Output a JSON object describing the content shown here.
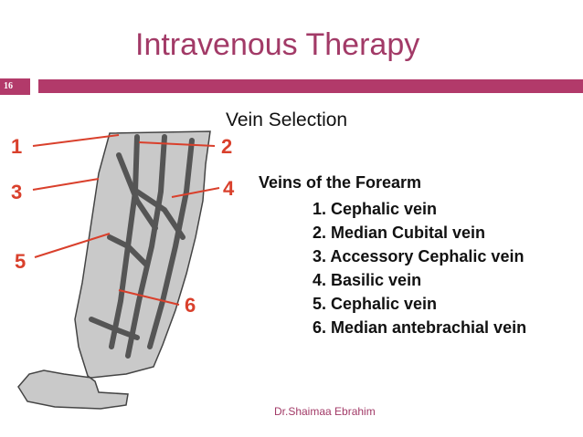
{
  "slide": {
    "title": "Intravenous Therapy",
    "slide_number": "16",
    "subtitle": "Vein Selection",
    "section_title": "Veins of the Forearm",
    "veins": [
      "1. Cephalic vein",
      "2. Median Cubital vein",
      "3. Accessory Cephalic vein",
      "4. Basilic vein",
      "5. Cephalic vein",
      "6. Median antebrachial vein"
    ],
    "footer": "Dr.Shaimaa Ebrahim"
  },
  "diagram": {
    "callout_labels": [
      "1",
      "2",
      "3",
      "4",
      "5",
      "6"
    ]
  },
  "colors": {
    "accent": "#a23a67",
    "bar": "#b23a6a",
    "callout": "#d9402c"
  }
}
